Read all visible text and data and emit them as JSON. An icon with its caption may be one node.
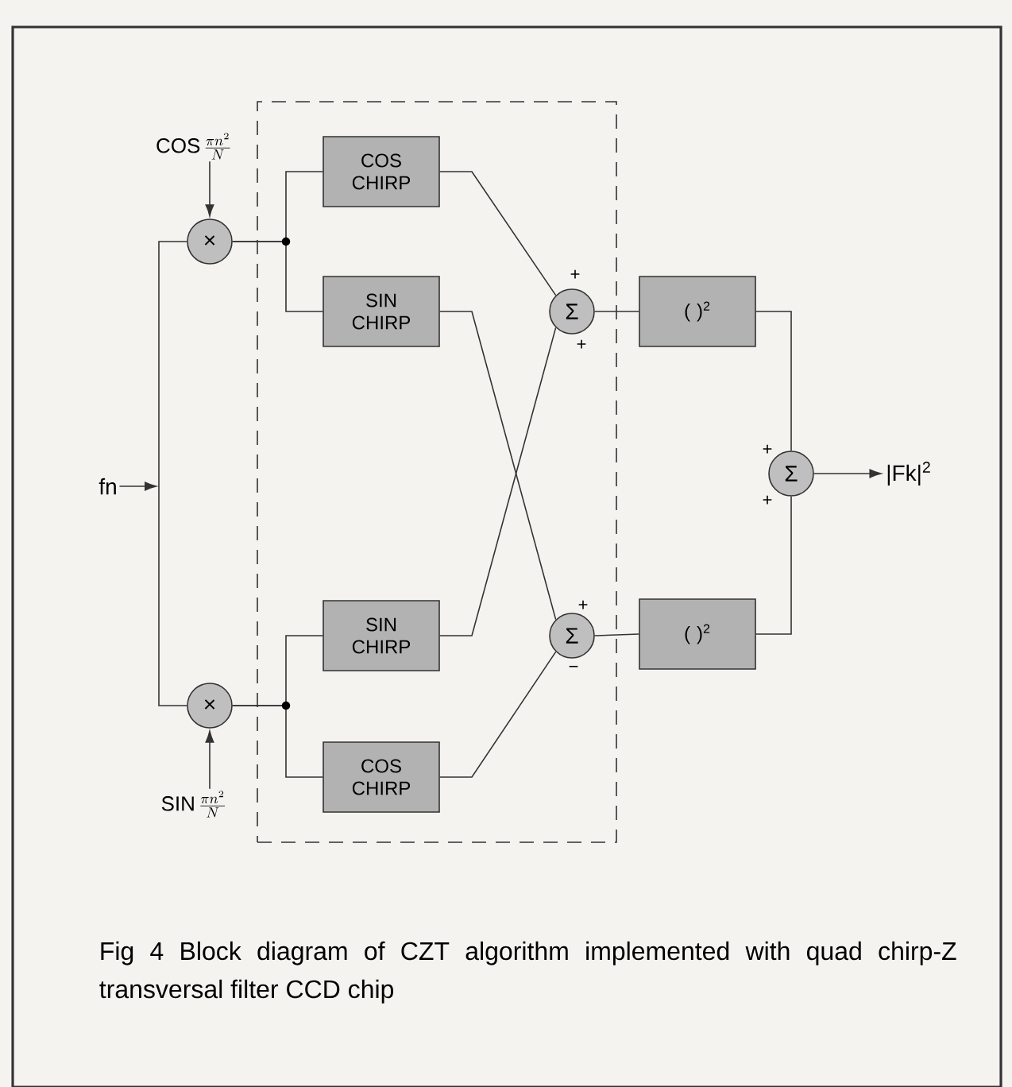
{
  "diagram": {
    "caption": "Fig 4 Block diagram of CZT algorithm implemented with quad chirp-Z transversal filter CCD chip",
    "nodes": [
      {
        "text": [],
        "shape": "box"
      },
      {
        "text": [
          "\\mathrm{COS}\\,\\frac{\\pi n^{2}}{N}"
        ]
      },
      {
        "text": [
          "×"
        ]
      },
      {
        "text": [
          "COS CHIRP"
        ],
        "in": 0
      },
      {
        "text": [
          "SIN CHIRP"
        ],
        "in": 0
      },
      {
        "text": [
          "Σ"
        ],
        "in": 0,
        "beside": [
          "+",
          "+"
        ]
      },
      {
        "text": [
          "( )$^{2}$"
        ]
      },
      {
        "text": [
          "fn"
        ]
      },
      {
        "text": [
          "Σ"
        ],
        "beside": [
          "+",
          "+"
        ]
      },
      {
        "text": [
          "|Fk|$^{2}$"
        ]
      },
      {
        "text": [
          "SIN CHIRP"
        ],
        "in": 0
      },
      {
        "text": [
          "Σ"
        ],
        "in": 0,
        "beside": [
          "+",
          "−"
        ]
      },
      {
        "text": [
          "( )$^{2}$"
        ]
      },
      {
        "text": [
          "×"
        ]
      },
      {
        "text": [
          "COS CHIRP"
        ],
        "in": 0
      },
      {
        "text": [
          "\\mathrm{SIN}\\,\\frac{\\pi n^{2}}{N}"
        ]
      }
    ],
    "edges": [
      {
        "from": 1,
        "to": 2,
        "arrow": "to"
      },
      {
        "from": 2,
        "to": 13,
        "arrow": "none"
      },
      {
        "from": 7,
        "to": null,
        "arrow": "to"
      },
      {
        "from": 2,
        "to": 3,
        "arrow": "none"
      },
      {
        "from": 2,
        "to": 4,
        "arrow": "none"
      },
      {
        "from": 13,
        "to": 10,
        "arrow": "none"
      },
      {
        "from": 13,
        "to": 14,
        "arrow": "none"
      },
      {
        "from": 3,
        "to": 5,
        "arrow": "none"
      },
      {
        "from": 4,
        "to": 11,
        "arrow": "none"
      },
      {
        "from": 10,
        "to": 5,
        "arrow": "none"
      },
      {
        "from": 14,
        "to": 11,
        "arrow": "none"
      },
      {
        "from": 5,
        "to": 6,
        "arrow": "none"
      },
      {
        "from": 11,
        "to": 12,
        "arrow": "none"
      },
      {
        "from": 6,
        "to": 8,
        "arrow": "none"
      },
      {
        "from": 12,
        "to": 8,
        "arrow": "none"
      },
      {
        "from": 8,
        "to": 9,
        "arrow": "to"
      },
      {
        "from": 15,
        "to": 13,
        "arrow": "to"
      }
    ]
  }
}
